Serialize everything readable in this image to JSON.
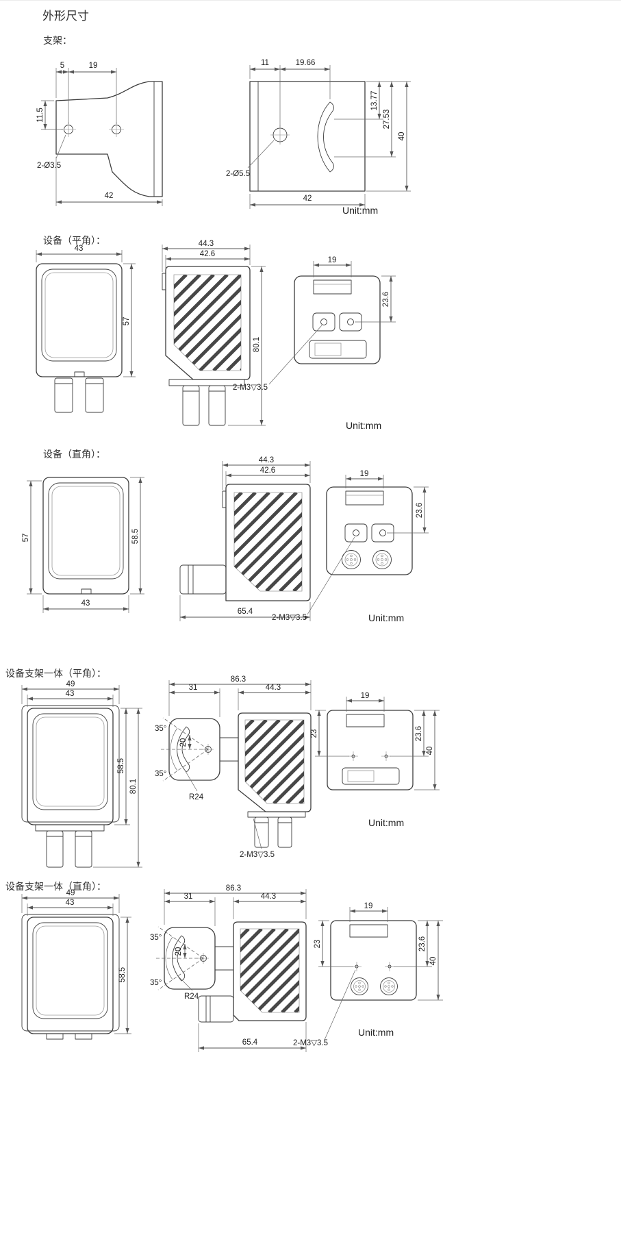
{
  "page": {
    "title": "外形尺寸"
  },
  "unit_label": "Unit:mm",
  "bracket": {
    "section_label": "支架：",
    "front": {
      "offset_left": "5",
      "hole_spacing": "19",
      "hole_top": "11.5",
      "holes": "2-Ø3.5",
      "width": "42"
    },
    "side": {
      "hole_offset": "11",
      "slot_offset": "19.66",
      "slot_top": "13.77",
      "slot_bottom": "27.53",
      "height": "40",
      "holes": "2-Ø5.5",
      "width": "42"
    }
  },
  "device_flat": {
    "section_label": "设备（平角）：",
    "front": {
      "width": "43",
      "height": "57"
    },
    "side": {
      "depth_total": "44.3",
      "depth_body": "42.6",
      "height_total": "80.1"
    },
    "top": {
      "window_width": "19",
      "hole_offset": "23.6",
      "screw_note": "2-M3▽3.5"
    }
  },
  "device_right": {
    "section_label": "设备（直角）：",
    "front": {
      "height_front": "57",
      "height_total": "58.5",
      "width": "43"
    },
    "side": {
      "depth_total": "44.3",
      "depth_body": "42.6",
      "length_total": "65.4"
    },
    "top": {
      "window_width": "19",
      "hole_offset": "23.6",
      "screw_note": "2-M3▽3.5"
    }
  },
  "combo_flat": {
    "section_label": "设备支架一体（平角）：",
    "front": {
      "bracket_width": "49",
      "device_width": "43",
      "height_body": "58.5",
      "height_total": "80.1"
    },
    "side": {
      "length_total": "86.3",
      "bracket_depth": "31",
      "device_depth": "44.3",
      "angle_up": "35°",
      "pivot_offset": "20",
      "angle_down": "35°",
      "slot_radius": "R24",
      "screw_note": "2-M3▽3.5"
    },
    "top": {
      "window_width": "19",
      "hole_span": "23",
      "hole_offset": "23.6",
      "depth": "40"
    }
  },
  "combo_right": {
    "section_label": "设备支架一体（直角）：",
    "front": {
      "bracket_width": "49",
      "device_width": "43",
      "height_body": "58.5"
    },
    "side": {
      "length_total": "86.3",
      "bracket_depth": "31",
      "device_depth": "44.3",
      "angle_up": "35°",
      "pivot_offset": "20",
      "angle_down": "35°",
      "slot_radius": "R24",
      "length_bottom": "65.4"
    },
    "top": {
      "window_width": "19",
      "hole_span": "23",
      "hole_offset": "23.6",
      "depth": "40",
      "screw_note": "2-M3▽3.5"
    }
  }
}
